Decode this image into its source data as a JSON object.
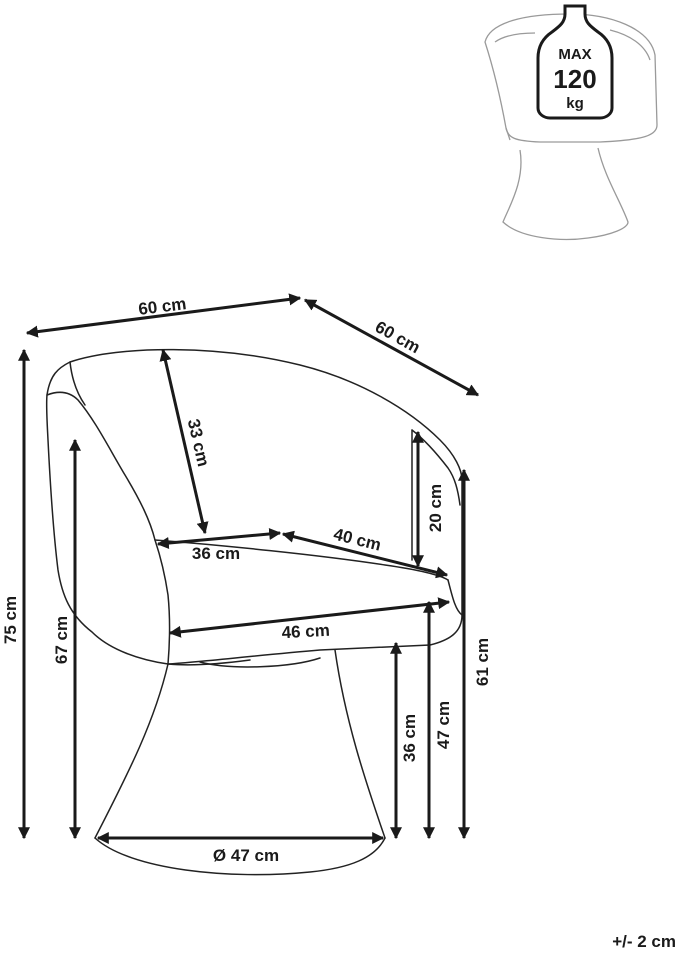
{
  "dimensions": {
    "overall_width": "60 cm",
    "overall_depth": "60 cm",
    "overall_height": "75 cm",
    "armrest_height": "67 cm",
    "back_height": "33 cm",
    "arm_height": "20 cm",
    "side_height": "61 cm",
    "seat_depth_left": "36 cm",
    "seat_depth_right": "40 cm",
    "seat_width": "46 cm",
    "seat_height": "47 cm",
    "base_height": "36 cm",
    "base_diameter": "Ø 47 cm"
  },
  "max_load": {
    "line1": "MAX",
    "line2": "120",
    "line3": "kg"
  },
  "tolerance": "+/- 2 cm"
}
